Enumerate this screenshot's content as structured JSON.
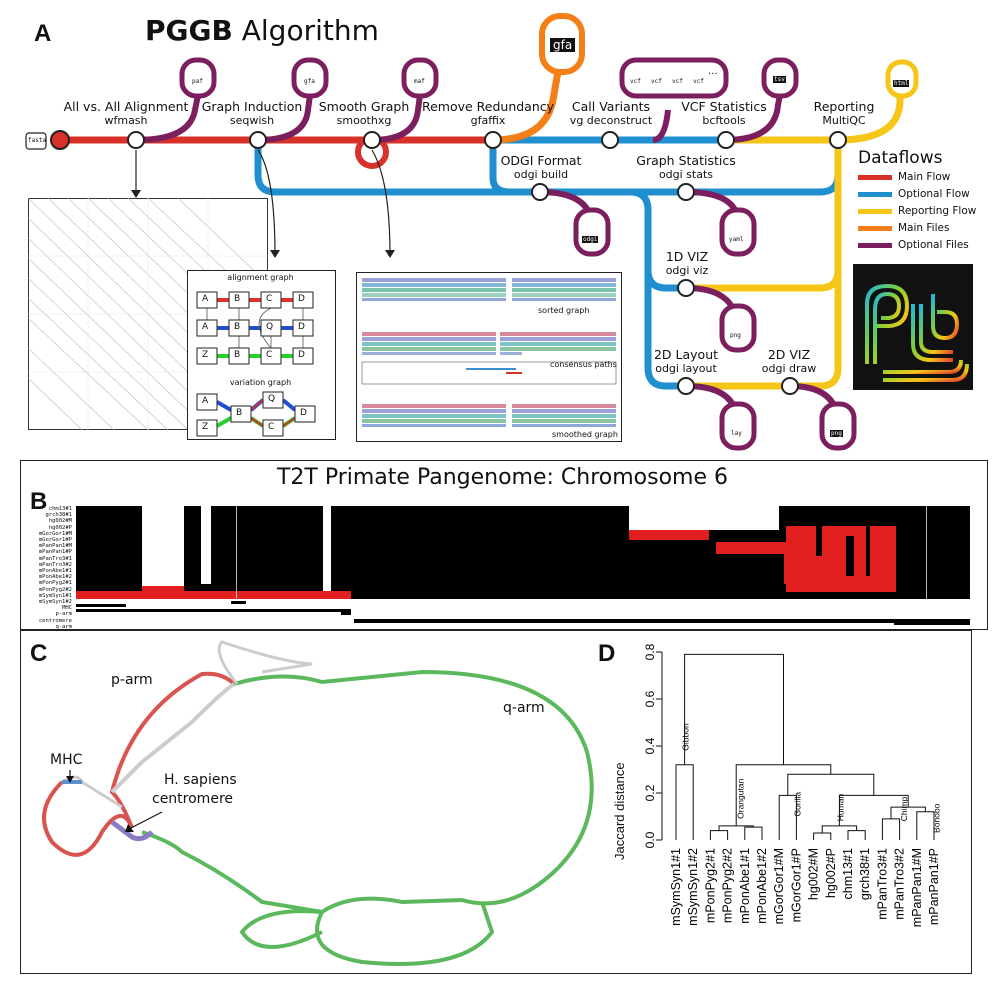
{
  "panel_labels": {
    "a": "A",
    "b": "B",
    "c": "C",
    "d": "D"
  },
  "title": {
    "bold": "PGGB",
    "rest": "Algorithm"
  },
  "steps": [
    {
      "name": "All vs. All Alignment",
      "tool": "wfmash"
    },
    {
      "name": "Graph Induction",
      "tool": "seqwish"
    },
    {
      "name": "Smooth Graph",
      "tool": "smoothxg"
    },
    {
      "name": "Remove Redundancy",
      "tool": "gfaffix"
    },
    {
      "name": "Call Variants",
      "tool": "vg deconstruct"
    },
    {
      "name": "VCF Statistics",
      "tool": "bcftools"
    },
    {
      "name": "Reporting",
      "tool": "MultiQC"
    },
    {
      "name": "ODGI Format",
      "tool": "odgi build"
    },
    {
      "name": "Graph Statistics",
      "tool": "odgi stats"
    },
    {
      "name": "1D VIZ",
      "tool": "odgi viz"
    },
    {
      "name": "2D Layout",
      "tool": "odgi layout"
    },
    {
      "name": "2D VIZ",
      "tool": "odgi draw"
    }
  ],
  "files": {
    "fasta": "fasta",
    "paf": "paf",
    "gfa_small": "gfa",
    "maf": "maf",
    "gfa_main": "gfa",
    "vcf": "vcf",
    "ellipsis": "...",
    "tsv": "tsv",
    "html": "html",
    "odgi": "odgi",
    "yaml": "yaml",
    "png": "png",
    "lay": "lay"
  },
  "legend": {
    "title": "Dataflows",
    "items": [
      {
        "label": "Main Flow",
        "color": "#d7312a"
      },
      {
        "label": "Optional Flow",
        "color": "#1f8fd0"
      },
      {
        "label": "Reporting Flow",
        "color": "#f5c518"
      },
      {
        "label": "Main Files",
        "color": "#f57f17"
      },
      {
        "label": "Optional Files",
        "color": "#7b1f5e"
      }
    ]
  },
  "colors": {
    "main": "#d7312a",
    "optional": "#1f8fd0",
    "reporting": "#f5c518",
    "mainfiles": "#f57f17",
    "optfiles": "#7b1f5e"
  },
  "graph_box": {
    "alignment_title": "alignment graph",
    "variation_title": "variation graph",
    "rows": [
      [
        "A",
        "B",
        "C",
        "D"
      ],
      [
        "A",
        "B",
        "Q",
        "D"
      ],
      [
        "Z",
        "B",
        "C",
        "D"
      ]
    ],
    "var_nodes": [
      "A",
      "Z",
      "B",
      "Q",
      "C",
      "D"
    ]
  },
  "viz_box": {
    "labels": [
      "sorted graph",
      "consensus paths",
      "smoothed graph"
    ]
  },
  "panel_b": {
    "title": "T2T Primate Pangenome: Chromosome 6",
    "row_labels": [
      "chm13#1",
      "grch38#1",
      "hg002#M",
      "hg002#P",
      "mGorGor1#M",
      "mGorGor1#P",
      "mPanPan1#M",
      "mPanPan1#P",
      "mPanTro3#1",
      "mPanTro3#2",
      "mPonAbe1#1",
      "mPonAbe1#2",
      "mPonPyg2#1",
      "mPonPyg2#2",
      "mSymSyn1#1",
      "mSymSyn1#2",
      "MHC",
      "p-arm",
      "centromere",
      "q-arm"
    ]
  },
  "panel_c": {
    "labels": [
      "p-arm",
      "q-arm",
      "MHC",
      "H. sapiens",
      "centromere"
    ]
  },
  "chart_data": {
    "type": "dendrogram",
    "ylabel": "Jaccard distance",
    "ylim": [
      0,
      0.8
    ],
    "yticks": [
      "0.0",
      "0.2",
      "0.4",
      "0.6",
      "0.8"
    ],
    "leaves": [
      "mSymSyn1#1",
      "mSymSyn1#2",
      "mPonPyg2#1",
      "mPonPyg2#2",
      "mPonAbe1#1",
      "mPonAbe1#2",
      "mGorGor1#M",
      "mGorGor1#P",
      "hg002#M",
      "hg002#P",
      "chm13#1",
      "grch38#1",
      "mPanTro3#1",
      "mPanTro3#2",
      "mPanPan1#M",
      "mPanPan1#P"
    ],
    "clade_labels": [
      "Gibbon",
      "Orangutan",
      "Gorilla",
      "Human",
      "Chimp",
      "Bonobo"
    ],
    "merges": [
      {
        "a": 0,
        "b": 1,
        "h": 0.32
      },
      {
        "a": 2,
        "b": 3,
        "h": 0.04
      },
      {
        "a": 4,
        "b": 5,
        "h": 0.055
      },
      {
        "a": 6,
        "b": 7,
        "h": 0.19
      },
      {
        "a": 8,
        "b": 9,
        "h": 0.03
      },
      {
        "a": 10,
        "b": 11,
        "h": 0.04
      },
      {
        "a": 12,
        "b": 13,
        "h": 0.09
      },
      {
        "a": 14,
        "b": 15,
        "h": 0.12
      },
      {
        "ga": [
          2,
          3
        ],
        "gb": [
          4,
          5
        ],
        "h": 0.06
      },
      {
        "ga": [
          8,
          9
        ],
        "gb": [
          10,
          11
        ],
        "h": 0.06
      },
      {
        "ga": [
          12,
          13
        ],
        "gb": [
          14,
          15
        ],
        "h": 0.14
      },
      {
        "ga": [
          8,
          9,
          10,
          11
        ],
        "gb": [
          12,
          13,
          14,
          15
        ],
        "h": 0.19
      },
      {
        "ga": [
          6,
          7
        ],
        "gb": [
          8,
          9,
          10,
          11,
          12,
          13,
          14,
          15
        ],
        "h": 0.28
      },
      {
        "ga": [
          2,
          3,
          4,
          5
        ],
        "gb": [
          6,
          7,
          8,
          9,
          10,
          11,
          12,
          13,
          14,
          15
        ],
        "h": 0.32
      },
      {
        "ga": [
          0,
          1
        ],
        "gb": [
          2,
          3,
          4,
          5,
          6,
          7,
          8,
          9,
          10,
          11,
          12,
          13,
          14,
          15
        ],
        "h": 0.79
      }
    ]
  }
}
